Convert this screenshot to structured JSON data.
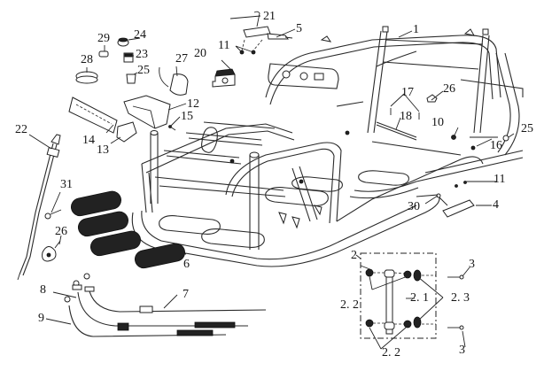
{
  "diagram": {
    "title": "Frame assembly exploded parts diagram",
    "callouts": [
      {
        "id": "c1",
        "label": "1"
      },
      {
        "id": "c2",
        "label": "2"
      },
      {
        "id": "c2_1",
        "label": "2. 1"
      },
      {
        "id": "c2_2a",
        "label": "2. 2"
      },
      {
        "id": "c2_2b",
        "label": "2. 2"
      },
      {
        "id": "c2_3",
        "label": "2. 3"
      },
      {
        "id": "c3a",
        "label": "3"
      },
      {
        "id": "c3b",
        "label": "3"
      },
      {
        "id": "c4",
        "label": "4"
      },
      {
        "id": "c5",
        "label": "5"
      },
      {
        "id": "c6",
        "label": "6"
      },
      {
        "id": "c7",
        "label": "7"
      },
      {
        "id": "c8",
        "label": "8"
      },
      {
        "id": "c9",
        "label": "9"
      },
      {
        "id": "c10",
        "label": "10"
      },
      {
        "id": "c11a",
        "label": "11"
      },
      {
        "id": "c11b",
        "label": "11"
      },
      {
        "id": "c12",
        "label": "12"
      },
      {
        "id": "c13",
        "label": "13"
      },
      {
        "id": "c14",
        "label": "14"
      },
      {
        "id": "c15",
        "label": "15"
      },
      {
        "id": "c16",
        "label": "16"
      },
      {
        "id": "c17",
        "label": "17"
      },
      {
        "id": "c18",
        "label": "18"
      },
      {
        "id": "c20",
        "label": "20"
      },
      {
        "id": "c21",
        "label": "21"
      },
      {
        "id": "c22",
        "label": "22"
      },
      {
        "id": "c23",
        "label": "23"
      },
      {
        "id": "c24",
        "label": "24"
      },
      {
        "id": "c25a",
        "label": "25"
      },
      {
        "id": "c25b",
        "label": "25"
      },
      {
        "id": "c26a",
        "label": "26"
      },
      {
        "id": "c26b",
        "label": "26"
      },
      {
        "id": "c27",
        "label": "27"
      },
      {
        "id": "c28",
        "label": "28"
      },
      {
        "id": "c29",
        "label": "29"
      },
      {
        "id": "c30",
        "label": "30"
      },
      {
        "id": "c31",
        "label": "31"
      }
    ]
  }
}
